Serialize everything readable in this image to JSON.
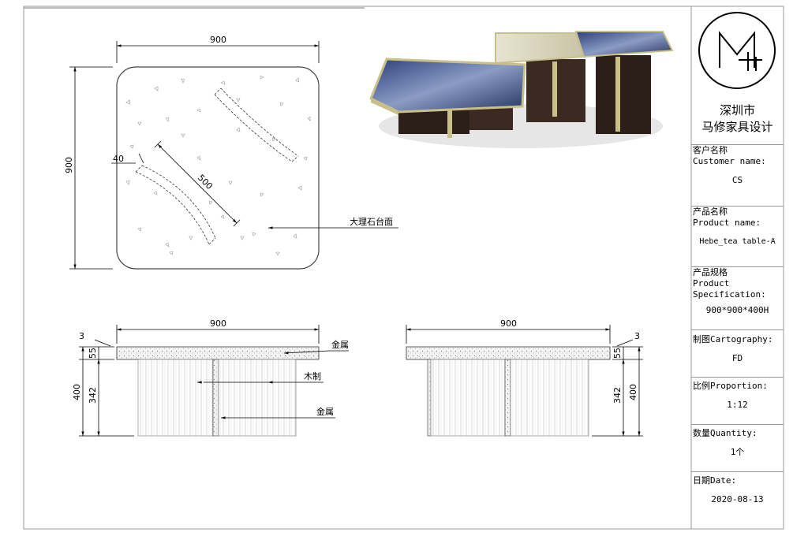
{
  "top_view": {
    "width_dim": "900",
    "height_dim": "900",
    "groove_width_dim": "40",
    "groove_length_dim": "500",
    "marble_top_label": "大理石台面"
  },
  "front_view": {
    "width_dim": "900",
    "top_thickness_dim": "3",
    "top_height_dim": "55",
    "total_height_dim": "400",
    "base_height_dim": "342",
    "label_metal_top": "金属",
    "label_wood": "木制",
    "label_metal_insert": "金属"
  },
  "side_view": {
    "width_dim": "900",
    "top_thickness_dim": "3",
    "top_height_dim": "55",
    "total_height_dim": "400",
    "base_height_dim": "342"
  },
  "title_block": {
    "company_line1": "深圳市",
    "company_line2": "马修家具设计",
    "customer_label_cn": "客户名称",
    "customer_label_en": "Customer name:",
    "customer_value": "CS",
    "product_label_cn": "产品名称",
    "product_label_en": "Product name:",
    "product_value": "Hebe_tea table-A",
    "spec_label_cn": "产品规格",
    "spec_label_en1": "Product",
    "spec_label_en2": "Specification:",
    "spec_value": "900*900*400H",
    "cartography_label": "制图Cartography:",
    "cartography_value": "FD",
    "proportion_label": "比例Proportion:",
    "proportion_value": "1:12",
    "quantity_label": "数量Quantity:",
    "quantity_value": "1个",
    "date_label": "日期Date:",
    "date_value": "2020-08-13"
  },
  "colors": {
    "line": "#000000",
    "frame": "#999999",
    "marble_blue": "#3b4f8a",
    "marble_light": "#d9d6c8",
    "metal_gold": "#c8bf8a",
    "wood_dark": "#3a2a22"
  }
}
